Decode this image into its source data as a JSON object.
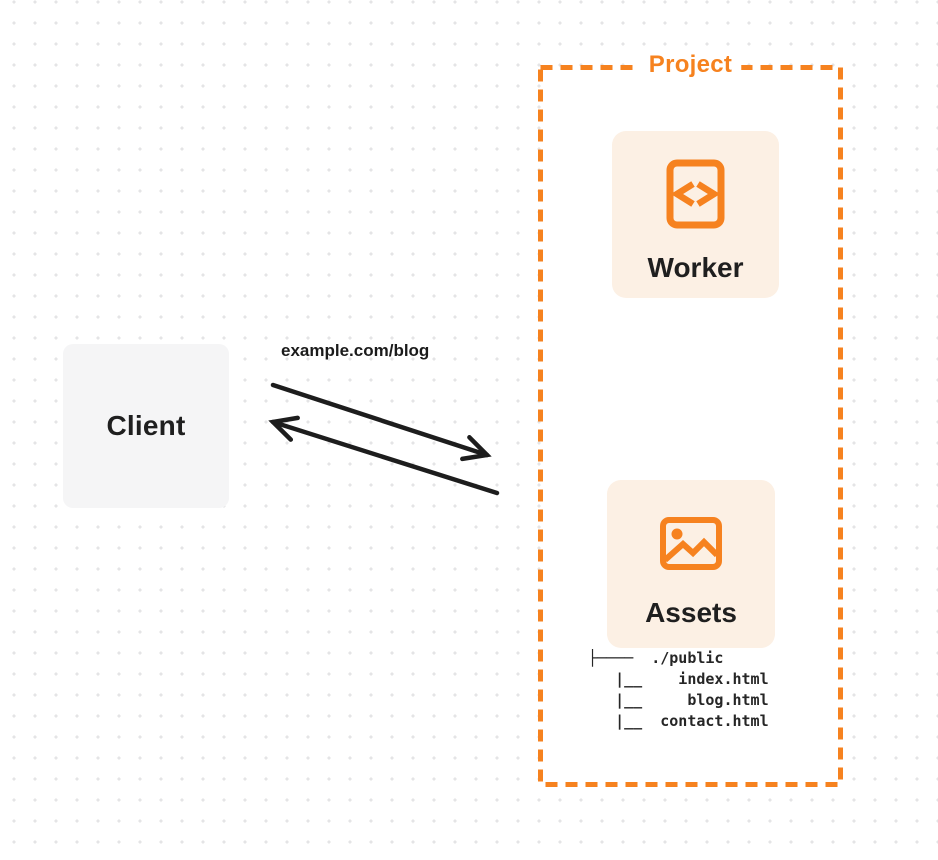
{
  "colors": {
    "accent_orange": "#F6821F",
    "panel_fill": "#FCF0E4",
    "client_fill": "#F5F5F6",
    "text_dark": "#1F1F1F",
    "arrow_black": "#1D1D1D",
    "grid_dot": "#E4E4E6"
  },
  "client": {
    "label": "Client"
  },
  "request": {
    "url": "example.com/blog"
  },
  "project": {
    "title": "Project",
    "worker": {
      "label": "Worker",
      "icon": "code-file-icon"
    },
    "assets": {
      "label": "Assets",
      "icon": "image-icon"
    },
    "tree": {
      "root": "./public",
      "files": [
        "index.html",
        "blog.html",
        "contact.html"
      ],
      "lines": [
        "├────  ./public",
        "   |__    index.html",
        "   |__     blog.html",
        "   |__  contact.html"
      ]
    }
  }
}
